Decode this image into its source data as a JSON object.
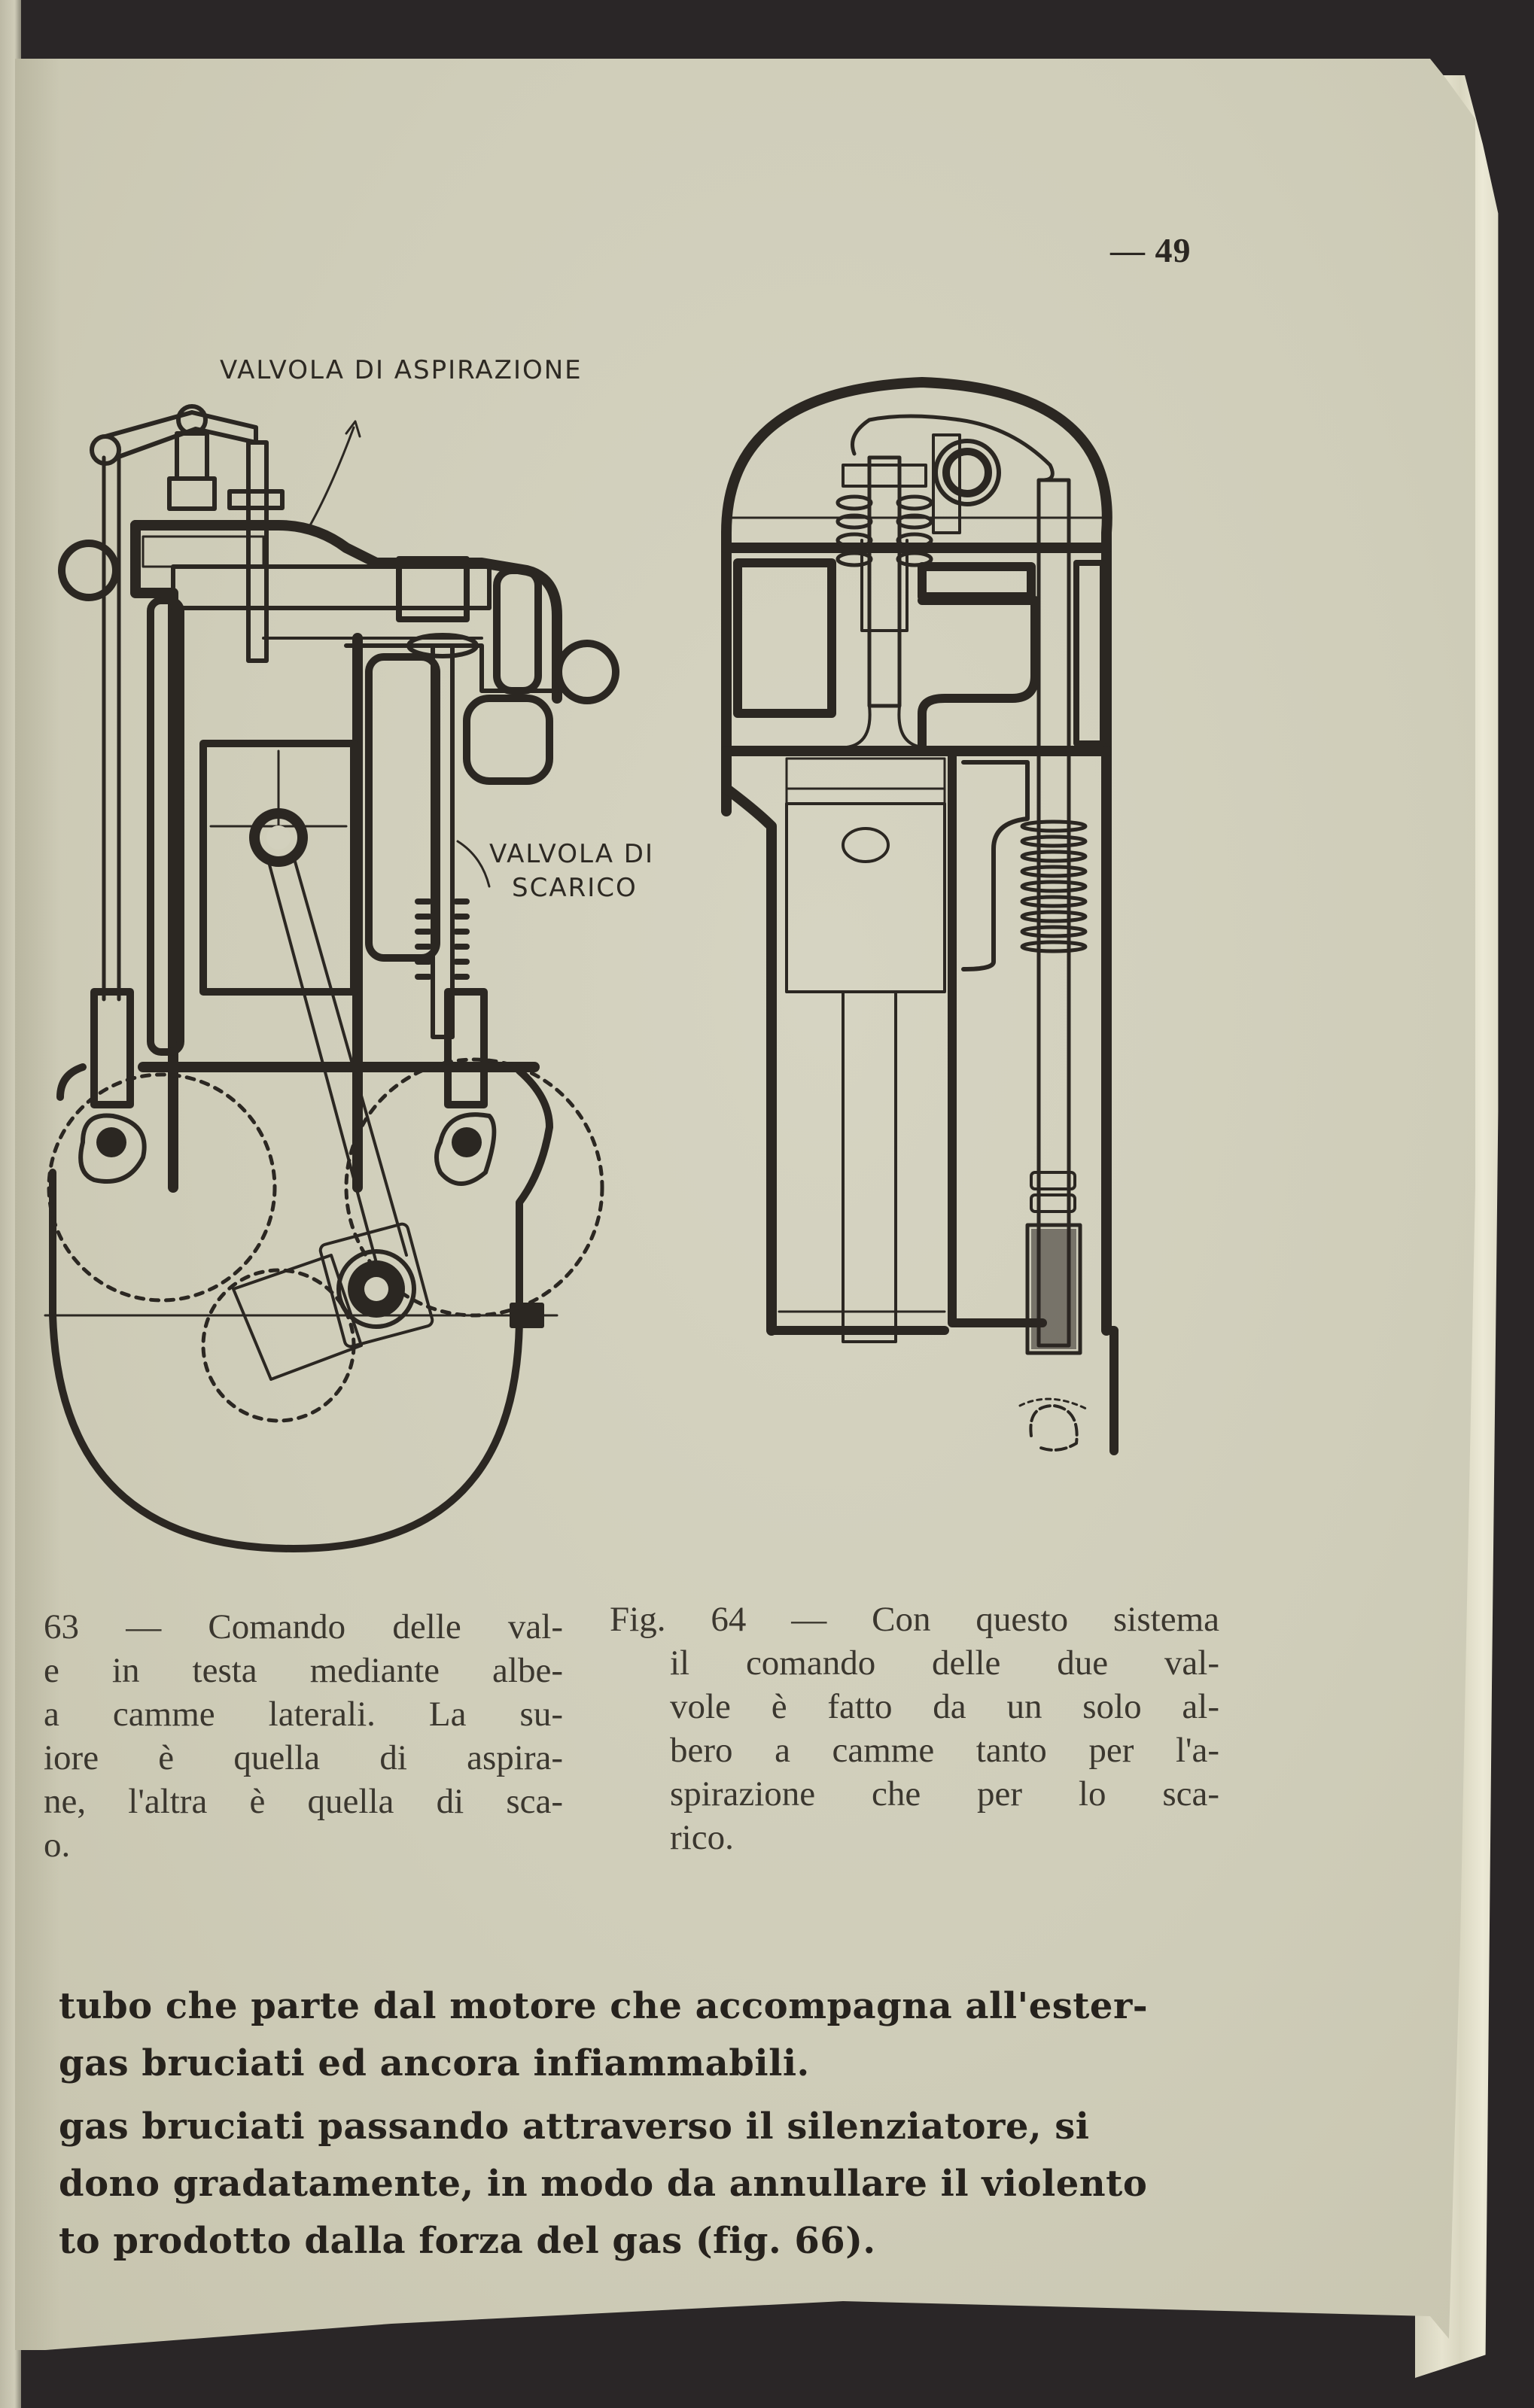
{
  "page": {
    "number_label": "— 49",
    "background_color": "#2a2627",
    "paper_color": "#d2d0bd",
    "ink_color": "#2b2722"
  },
  "figures": [
    {
      "id": "fig63",
      "callouts": {
        "intake_valve": "VALVOLA DI ASPIRAZIONE",
        "exhaust_valve_line1": "VALVOLA DI",
        "exhaust_valve_line2": "SCARICO"
      },
      "caption_lines": [
        "63 — Comando delle val-",
        "e in testa mediante albe-",
        "a camme laterali. La su-",
        "iore è quella di aspira-",
        "ne, l'altra è quella di sca-",
        "o."
      ]
    },
    {
      "id": "fig64",
      "caption_lines": [
        "Fig. 64 — Con questo sistema",
        "il comando delle due val-",
        "vole è fatto da un solo al-",
        "bero a camme tanto per l'a-",
        "spirazione che per lo sca-",
        "rico."
      ]
    }
  ],
  "body": {
    "paragraph1_lines": [
      "tubo che parte dal motore che accompagna all'ester-",
      "gas bruciati ed ancora infiammabili."
    ],
    "paragraph2_lines": [
      " gas bruciati passando attraverso il silenziatore, si",
      "dono gradatamente, in modo da annullare il violento",
      "to prodotto dalla forza del gas (fig. 66)."
    ]
  }
}
